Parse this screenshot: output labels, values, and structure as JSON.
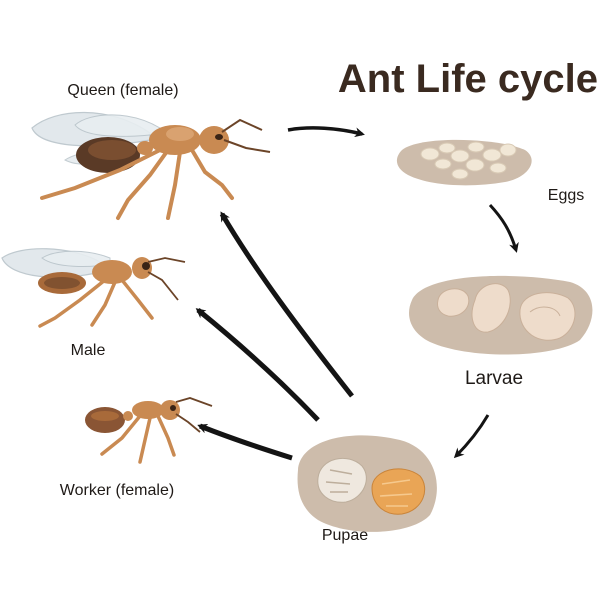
{
  "title": "Ant Life cycle",
  "stages": {
    "eggs": "Eggs",
    "larvae": "Larvae",
    "pupae": "Pupae"
  },
  "castes": {
    "queen": "Queen (female)",
    "male": "Male",
    "worker": "Worker (female)"
  },
  "colors": {
    "title": "#3a2a20",
    "arrow": "#141414",
    "ant_body": "#c98a52",
    "ant_dark": "#5a3a26",
    "wing": "#dfe6ea",
    "nest": "#cdbcab",
    "egg": "#f1e7d6",
    "larva": "#eedccb",
    "pupa_orange": "#e9a556"
  }
}
